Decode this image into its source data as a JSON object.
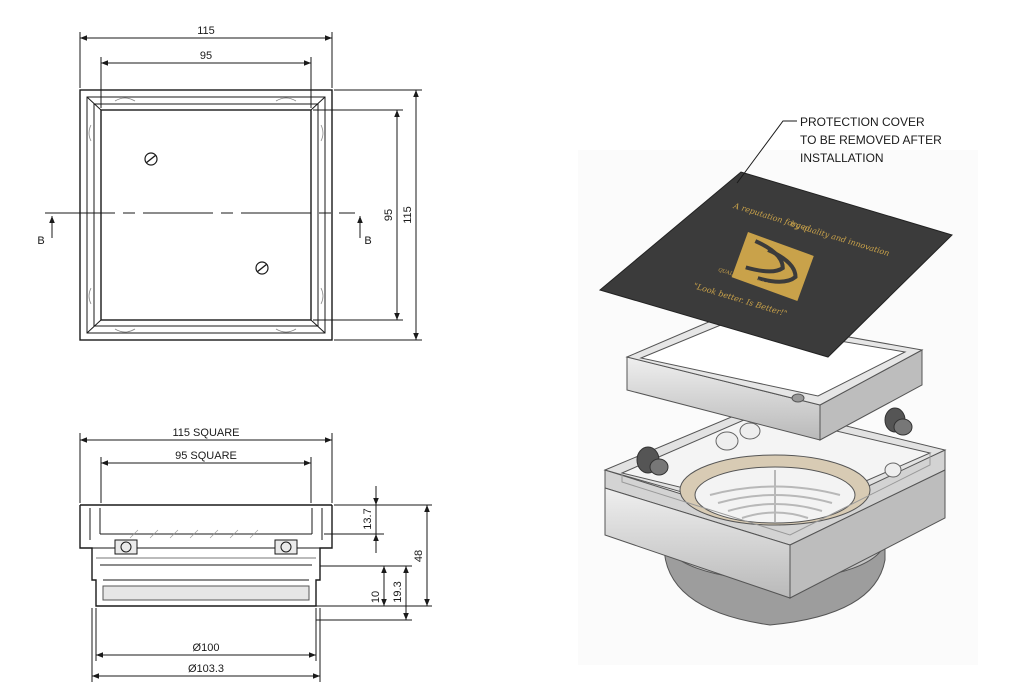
{
  "top_view": {
    "dim_outer_width": "115",
    "dim_inner_width": "95",
    "dim_inner_height": "95",
    "dim_outer_height": "115",
    "section_left": "B",
    "section_right": "B"
  },
  "section_view": {
    "dim_outer_square": "115 SQUARE",
    "dim_inner_square": "95 SQUARE",
    "dim_depth": "13.7",
    "dim_total_height": "48",
    "dim_body_height": "19.3",
    "dim_flange": "10",
    "dim_diameter_inner": "Ø100",
    "dim_diameter_outer": "Ø103.3"
  },
  "exploded_view": {
    "callout_line1": "PROTECTION COVER",
    "callout_line2": "TO BE REMOVED AFTER",
    "callout_line3": "INSTALLATION",
    "cover_tagline1": "A reputation forged",
    "cover_tagline2": "by quality and innovation",
    "cover_brand": "QUALITY BATHROOMWARE",
    "cover_slogan": "\"Look better. Is Better!\""
  },
  "colors": {
    "line": "#1a1a1a",
    "cover": "#3b3b3b",
    "gold": "#c9a24a",
    "metal": "#d6d6d6"
  }
}
